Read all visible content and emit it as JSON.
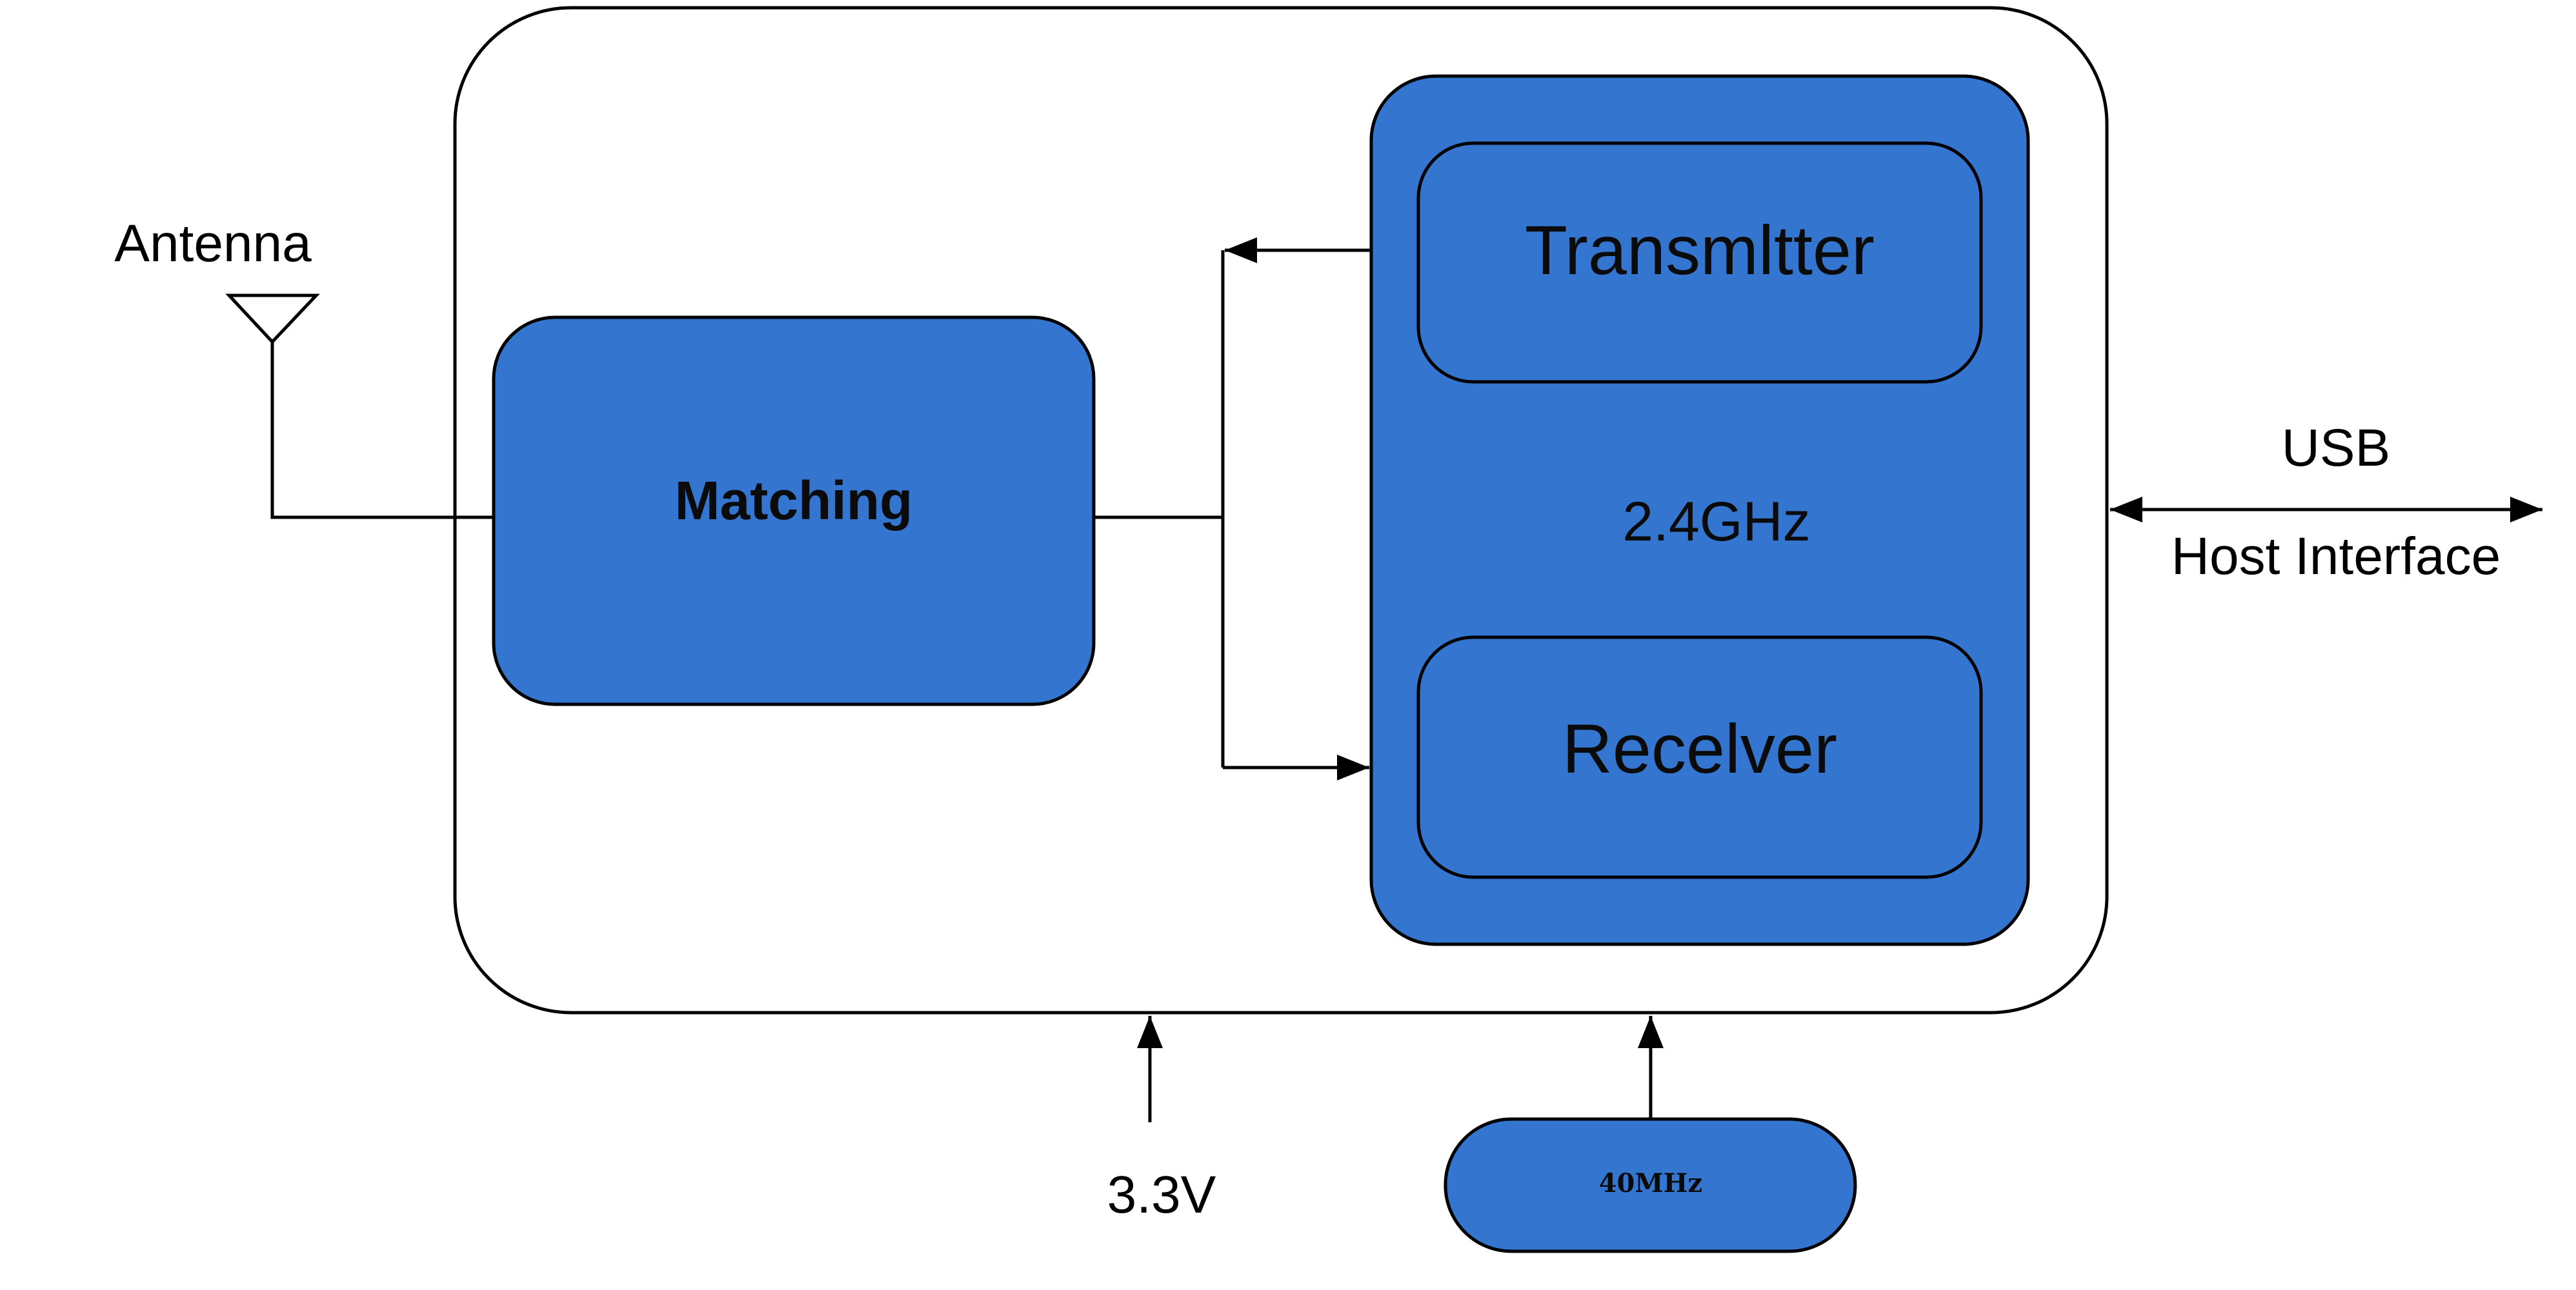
{
  "labels": {
    "antenna": "Antenna",
    "matching": "Matching",
    "transmitter": "Transmltter",
    "receiver": "Recelver",
    "frequency_band": "2.4GHz",
    "usb": "USB",
    "host_interface": "Host Interface",
    "supply_voltage": "3.3V",
    "crystal": "40MHz"
  },
  "colors": {
    "block_fill": "#3475CF",
    "stroke": "#000000",
    "background": "#FFFFFF"
  }
}
